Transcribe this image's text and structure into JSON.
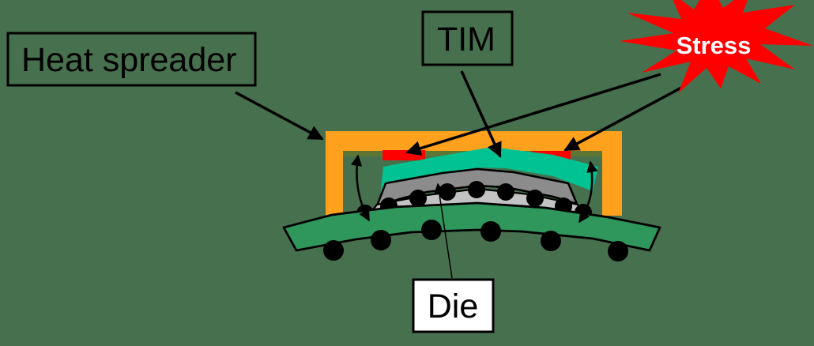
{
  "labels": {
    "heat_spreader": "Heat spreader",
    "tim": "TIM",
    "die": "Die",
    "stress": "Stress"
  },
  "callouts": [
    {
      "from": "Heat spreader",
      "to": "heat-spreader-lid"
    },
    {
      "from": "TIM",
      "to": "tim-layer"
    },
    {
      "from": "Stress",
      "to": "stress-region-left"
    },
    {
      "from": "Stress",
      "to": "stress-region-right"
    },
    {
      "from": "Die",
      "to": "die-layer"
    }
  ],
  "warpage_arrows": [
    "left-gap-double-arrow",
    "right-gap-double-arrow"
  ],
  "colors": {
    "background": "#47714E",
    "heat_spreader": "#FFA11C",
    "lid_shadow": "#5E7633",
    "stress_regions": "#FF0000",
    "tim_layer": "#00C292",
    "die_layer": "#8C8C8C",
    "underfill": "#C3C3C3",
    "substrate": "#2F965C",
    "solder": "#000000",
    "stress_star": "#FF0000",
    "stress_text": "#FFFFFF",
    "outline": "#000000"
  }
}
